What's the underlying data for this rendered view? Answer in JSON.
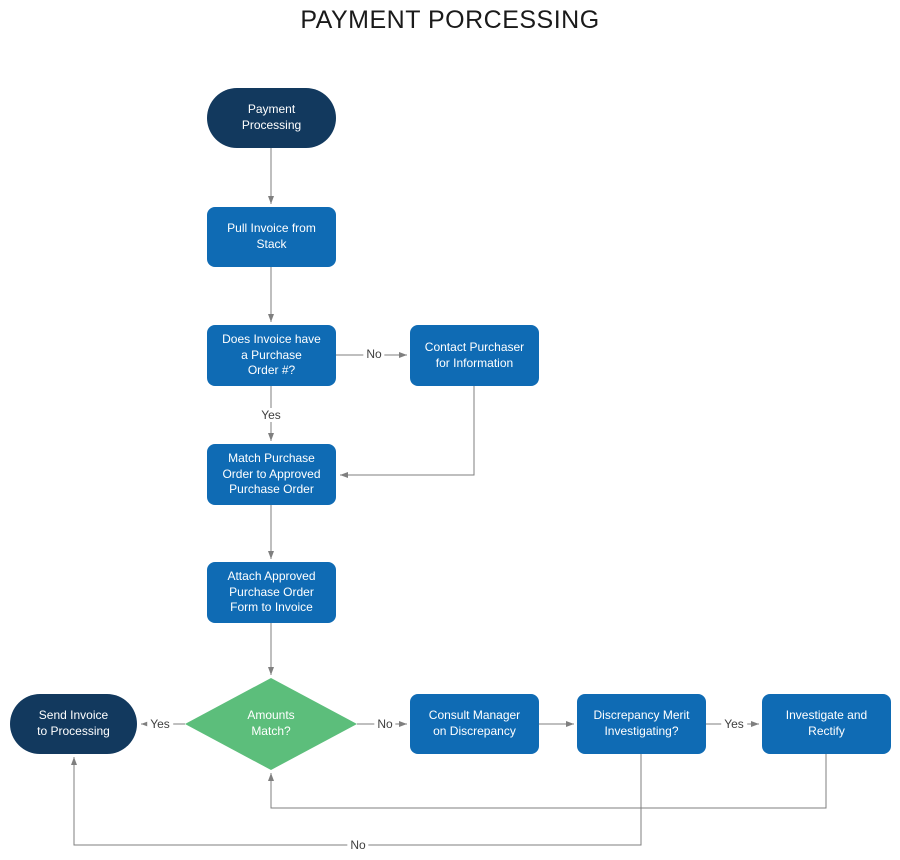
{
  "title": "PAYMENT PORCESSING",
  "nodes": {
    "start": {
      "label": "Payment\nProcessing"
    },
    "pull_invoice": {
      "label": "Pull  Invoice from\nStack"
    },
    "has_po": {
      "label": "Does Invoice have\na Purchase\nOrder #?"
    },
    "contact_purchaser": {
      "label": "Contact Purchaser\nfor Information"
    },
    "match_po": {
      "label": "Match  Purchase\nOrder to Approved\nPurchase Order"
    },
    "attach_po": {
      "label": "Attach Approved\nPurchase Order\nForm to Invoice"
    },
    "amounts_match": {
      "label": "Amounts\nMatch?"
    },
    "send_invoice": {
      "label": "Send Invoice\nto Processing"
    },
    "consult_manager": {
      "label": "Consult Manager\non Discrepancy"
    },
    "merit_investigating": {
      "label": "Discrepancy Merit\nInvestigating?"
    },
    "investigate_rectify": {
      "label": "Investigate and\nRectify"
    }
  },
  "edge_labels": {
    "no_to_contact": "No",
    "yes_to_match": "Yes",
    "yes_to_send": "Yes",
    "no_to_consult": "No",
    "yes_to_investigate": "Yes",
    "no_to_send": "No"
  },
  "colors": {
    "terminator_fill": "#12395E",
    "process_fill": "#0F6BB4",
    "decision_fill": "#5CBE7B",
    "connector": "#7F7F7F",
    "node_text": "#FFFFFF",
    "title_text": "#1A1A1A"
  }
}
